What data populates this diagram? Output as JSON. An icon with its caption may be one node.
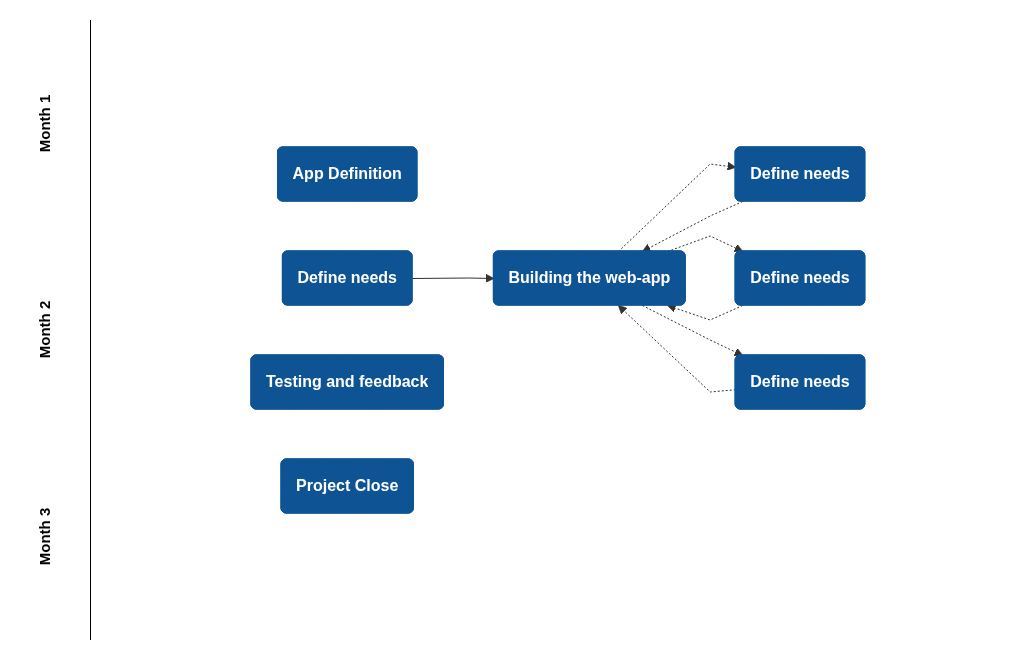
{
  "diagram": {
    "nodes": [
      {
        "text": [
          "App Definition"
        ]
      },
      {
        "text": [
          "Define needs"
        ]
      },
      {
        "text": [
          "Building the web-app"
        ]
      },
      {
        "text": [
          "Define needs"
        ]
      },
      {
        "text": [
          "Define needs"
        ]
      },
      {
        "text": [
          "Define needs"
        ]
      },
      {
        "text": [
          "Testing and feedback"
        ]
      },
      {
        "text": [
          "Project Close"
        ]
      }
    ],
    "edges": [
      {
        "from": 1,
        "to": 2,
        "arrow": "to"
      },
      {
        "from": 2,
        "to": 3,
        "arrow": "to",
        "style": "dashed"
      },
      {
        "from": 3,
        "to": 2,
        "arrow": "to",
        "style": "dashed"
      },
      {
        "from": 2,
        "to": 4,
        "arrow": "to",
        "style": "dashed"
      },
      {
        "from": 4,
        "to": 2,
        "arrow": "to",
        "style": "dashed"
      },
      {
        "from": 2,
        "to": 5,
        "arrow": "to",
        "style": "dashed"
      },
      {
        "from": 5,
        "to": 2,
        "arrow": "to",
        "style": "dashed"
      }
    ],
    "labels": [
      "Month 1",
      "Month 2",
      "Month 3"
    ]
  }
}
